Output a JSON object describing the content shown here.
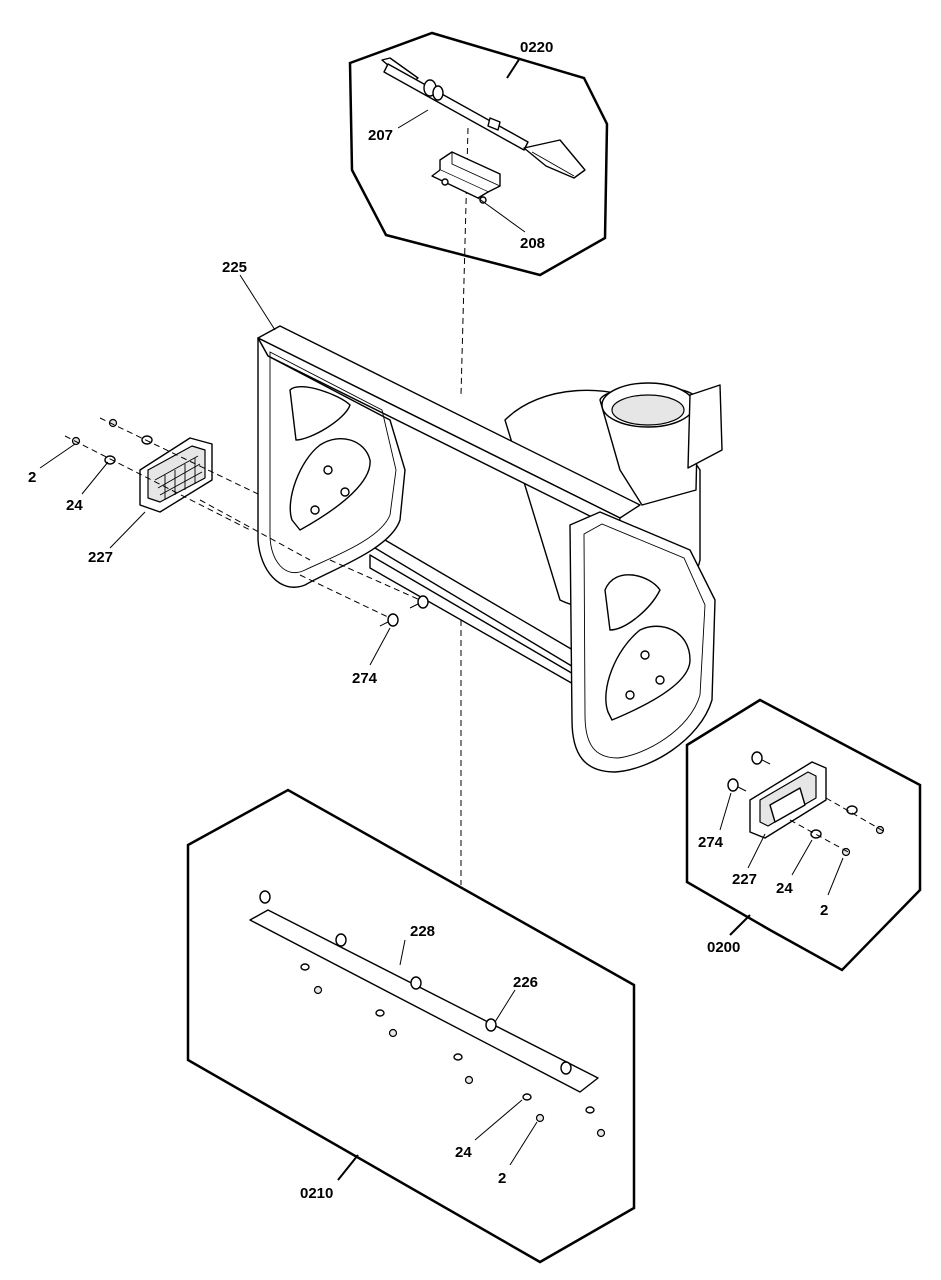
{
  "figure": {
    "kit_labels": {
      "chute_kit": "0220",
      "shoe_kit": "0200",
      "scraper_kit": "0210"
    },
    "part_labels": {
      "chute_rod": "207",
      "rod_bracket": "208",
      "housing": "225",
      "left_shoe": "227",
      "left_washer": "24",
      "left_nut": "2",
      "carriage_bolt": "274",
      "kit_bolt": "274",
      "kit_shoe": "227",
      "kit_washer": "24",
      "kit_nut": "2",
      "scraper_bar": "228",
      "scraper_bolt": "226",
      "scraper_washer": "24",
      "scraper_nut": "2"
    }
  }
}
